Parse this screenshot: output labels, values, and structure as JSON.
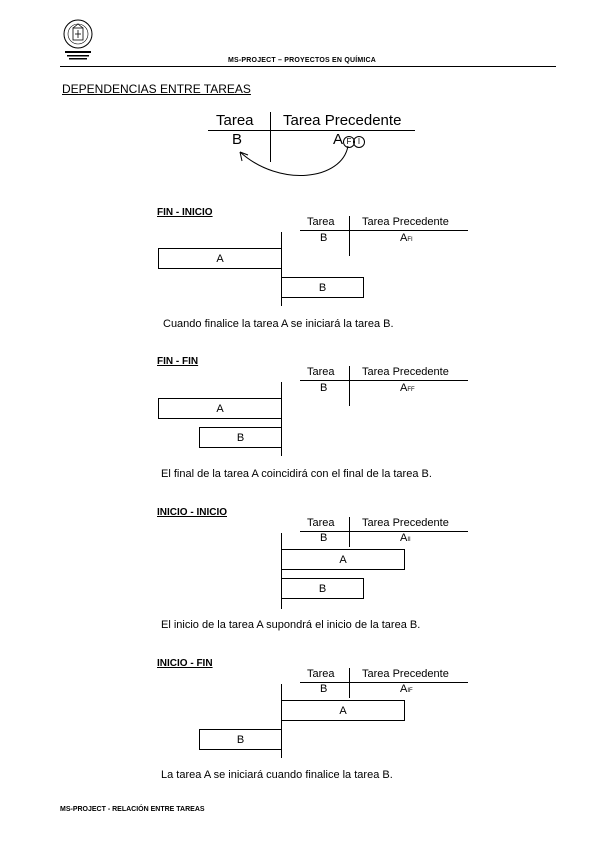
{
  "header": {
    "title": "MS-PROJECT – PROYECTOS EN QUÍMICA"
  },
  "intro": {
    "title": "DEPENDENCIAS ENTRE TAREAS",
    "col_task": "Tarea",
    "col_pred": "Tarea Precedente",
    "task": "B",
    "pred": "A",
    "circle1": "F",
    "circle2": "I"
  },
  "sections": [
    {
      "title": "FIN - INICIO",
      "col_task": "Tarea",
      "col_pred": "Tarea Precedente",
      "task": "B",
      "pred": "A",
      "pred_sub": "FI",
      "bar_a": "A",
      "bar_b": "B",
      "caption": "Cuando finalice la tarea A se iniciará la tarea B."
    },
    {
      "title": "FIN - FIN",
      "col_task": "Tarea",
      "col_pred": "Tarea Precedente",
      "task": "B",
      "pred": "A",
      "pred_sub": "FF",
      "bar_a": "A",
      "bar_b": "B",
      "caption": "El final de la tarea A coincidirá con el final de la tarea B."
    },
    {
      "title": "INICIO - INICIO",
      "col_task": "Tarea",
      "col_pred": "Tarea Precedente",
      "task": "B",
      "pred": "A",
      "pred_sub": "II",
      "bar_a": "A",
      "bar_b": "B",
      "caption": "El inicio de la tarea A supondrá el inicio de la tarea B."
    },
    {
      "title": "INICIO - FIN",
      "col_task": "Tarea",
      "col_pred": "Tarea Precedente",
      "task": "B",
      "pred": "A",
      "pred_sub": "IF",
      "bar_a": "A",
      "bar_b": "B",
      "caption": "La tarea A se iniciará cuando finalice la tarea B."
    }
  ],
  "footer": {
    "text": "MS-PROJECT - RELACIÓN ENTRE TAREAS"
  }
}
